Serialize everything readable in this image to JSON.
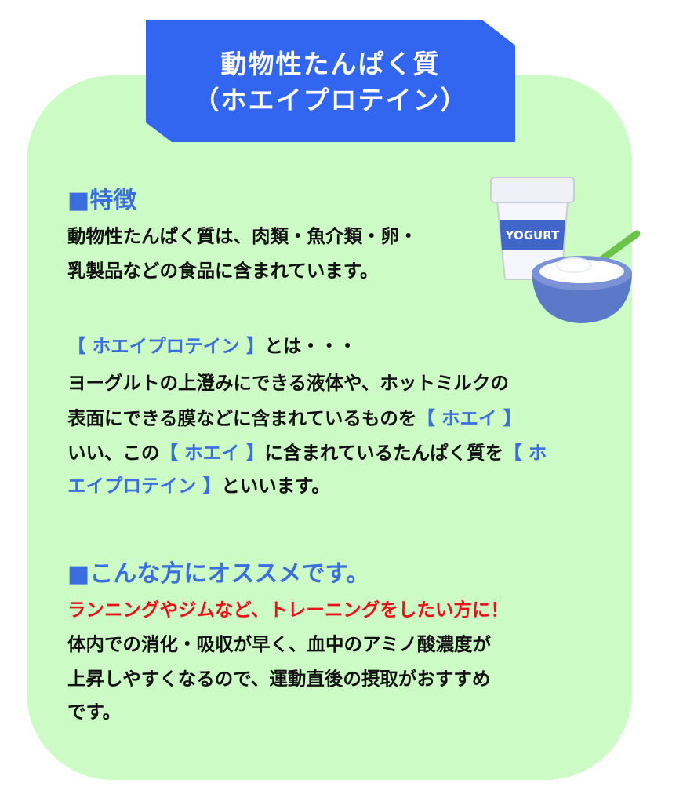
{
  "banner": {
    "line1": "動物性たんぱく質",
    "line2": "（ホエイプロテイン）"
  },
  "features": {
    "heading": "■特徴",
    "line1": "動物性たんぱく質は、肉類・魚介類・卵・",
    "line2": "乳製品などの食品に含まれています。"
  },
  "illustration": {
    "cup_label": "YOGURT"
  },
  "whey": {
    "term": "【 ホエイプロテイン 】",
    "intro_suffix": "とは・・・",
    "line2": "ヨーグルトの上澄みにできる液体や、ホットミルクの",
    "line3_text": "表面にできる膜などに含まれているものを",
    "line3_term": "【 ホエイ 】",
    "line4_prefix": "いい、この",
    "line4_term": "【 ホエイ 】",
    "line4_mid": "に含まれているたんぱく質を",
    "line4_term2": "【 ホ",
    "line5_term": "エイプロテイン 】",
    "line5_suffix": "といいます。"
  },
  "recommend": {
    "heading": "■こんな方にオススメです。",
    "highlight": "ランニングやジムなど、トレーニングをしたい方に！",
    "line1": "体内での消化・吸収が早く、血中のアミノ酸濃度が",
    "line2": "上昇しやすくなるので、運動直後の摂取がおすすめ",
    "line3": "です。"
  },
  "colors": {
    "card_background": "#ccfbc5",
    "banner_background": "#3366f0",
    "heading_blue": "#3b6fe0",
    "highlight_red": "#e8121b"
  }
}
